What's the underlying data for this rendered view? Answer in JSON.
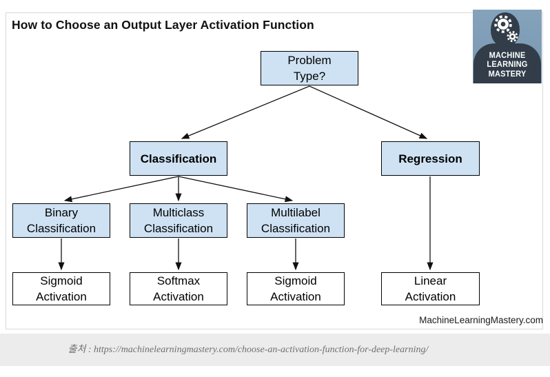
{
  "page": {
    "title": "How to Choose an Output Layer Activation Function",
    "watermark": "MachineLearningMastery.com",
    "source_caption": "출처 : https://machinelearningmastery.com/choose-an-activation-function-for-deep-learning/"
  },
  "logo": {
    "lines": [
      "MACHINE",
      "LEARNING",
      "MASTERY"
    ],
    "background_color": "#7e9cb5",
    "silhouette_color": "#323d49"
  },
  "flowchart": {
    "decision_fill_color": "#cfe2f3",
    "result_fill_color": "#ffffff",
    "border_color": "#000000",
    "nodes": [
      {
        "id": "problem-type",
        "label": "Problem\nType?"
      },
      {
        "id": "classification",
        "label": "Classification"
      },
      {
        "id": "regression",
        "label": "Regression"
      },
      {
        "id": "binary-classification",
        "label": "Binary\nClassification"
      },
      {
        "id": "multiclass-classification",
        "label": "Multiclass\nClassification"
      },
      {
        "id": "multilabel-classification",
        "label": "Multilabel\nClassification"
      },
      {
        "id": "sigmoid-activation-1",
        "label": "Sigmoid\nActivation"
      },
      {
        "id": "softmax-activation",
        "label": "Softmax\nActivation"
      },
      {
        "id": "sigmoid-activation-2",
        "label": "Sigmoid\nActivation"
      },
      {
        "id": "linear-activation",
        "label": "Linear\nActivation"
      }
    ],
    "edges": [
      {
        "from": "problem-type",
        "to": "classification"
      },
      {
        "from": "problem-type",
        "to": "regression"
      },
      {
        "from": "classification",
        "to": "binary-classification"
      },
      {
        "from": "classification",
        "to": "multiclass-classification"
      },
      {
        "from": "classification",
        "to": "multilabel-classification"
      },
      {
        "from": "binary-classification",
        "to": "sigmoid-activation-1"
      },
      {
        "from": "multiclass-classification",
        "to": "softmax-activation"
      },
      {
        "from": "multilabel-classification",
        "to": "sigmoid-activation-2"
      },
      {
        "from": "regression",
        "to": "linear-activation"
      }
    ]
  }
}
